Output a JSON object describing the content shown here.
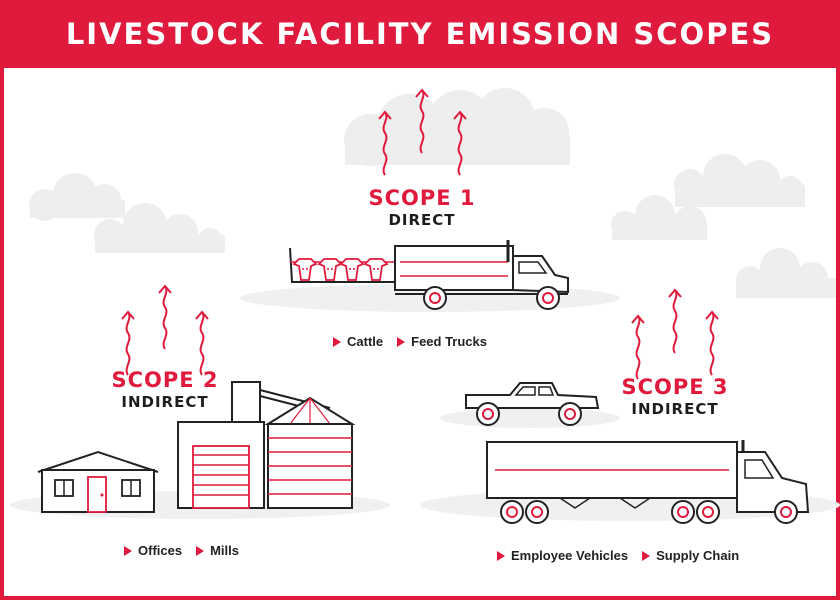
{
  "title": "LIVESTOCK FACILITY EMISSION SCOPES",
  "colors": {
    "accent": "#e01a3c",
    "ink": "#1d1d1d",
    "cloud": "#eeeeee"
  },
  "scopes": [
    {
      "name": "SCOPE 1",
      "type": "DIRECT",
      "items": [
        "Cattle",
        "Feed Trucks"
      ]
    },
    {
      "name": "SCOPE 2",
      "type": "INDIRECT",
      "items": [
        "Offices",
        "Mills"
      ]
    },
    {
      "name": "SCOPE 3",
      "type": "INDIRECT",
      "items": [
        "Employee Vehicles",
        "Supply Chain"
      ]
    }
  ]
}
